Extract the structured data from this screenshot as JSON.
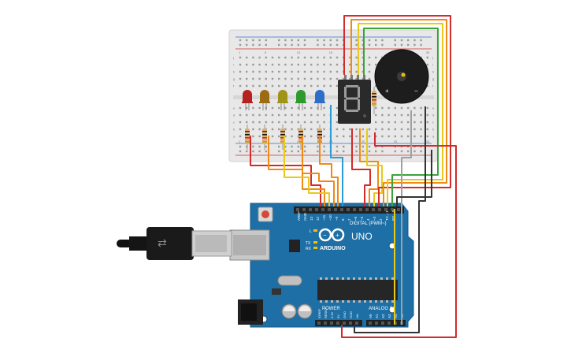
{
  "board": {
    "name": "UNO",
    "brand": "ARDUINO",
    "digital_header": "DIGITAL (PWM~)",
    "power_header": "POWER",
    "analog_header": "ANALOG IN",
    "led_labels": {
      "l": "L",
      "tx": "TX",
      "rx": "RX"
    },
    "aref": "AREF",
    "gnd": "GND",
    "digital_pins": [
      "13",
      "12",
      "~11",
      "~10",
      "~9",
      "8",
      "7",
      "~6",
      "~5",
      "4",
      "~3",
      "2",
      "TX→1",
      "RX←0"
    ],
    "power_pins": [
      "IOREF",
      "RESET",
      "3.3V",
      "5V",
      "GND",
      "GND",
      "Vin"
    ],
    "analog_pins": [
      "A0",
      "A1",
      "A2",
      "A3",
      "A4",
      "A5"
    ]
  },
  "breadboard": {
    "column_numbers": [
      "1",
      "",
      "",
      "",
      "5",
      "",
      "",
      "",
      "",
      "10",
      "",
      "",
      "",
      "",
      "15",
      "",
      "",
      "",
      "",
      "20",
      "",
      "",
      "",
      "",
      "25",
      "",
      "",
      "",
      "",
      "30"
    ],
    "row_letters_top": [
      "j",
      "i",
      "h",
      "g",
      "f"
    ],
    "row_letters_bottom": [
      "e",
      "d",
      "c",
      "b",
      "a"
    ]
  },
  "display": {
    "digit": "8"
  },
  "buzzer": {
    "plus": "+",
    "minus": "−"
  },
  "colors": {
    "arduino_blue": "#1d6fa5",
    "breadboard": "#e9e9e9",
    "wire_red": "#d42a2a",
    "wire_orange": "#f08a12",
    "wire_yellow": "#e8c91a",
    "wire_green": "#3aa43a",
    "wire_blue": "#2a9ad8",
    "wire_gray": "#a0a0a0",
    "wire_black": "#333333"
  },
  "leds": [
    {
      "color": "#b52020",
      "name": "red"
    },
    {
      "color": "#9c6b12",
      "name": "orange"
    },
    {
      "color": "#a09418",
      "name": "yellow"
    },
    {
      "color": "#2e9a2e",
      "name": "green"
    },
    {
      "color": "#2d6ec8",
      "name": "blue"
    }
  ]
}
